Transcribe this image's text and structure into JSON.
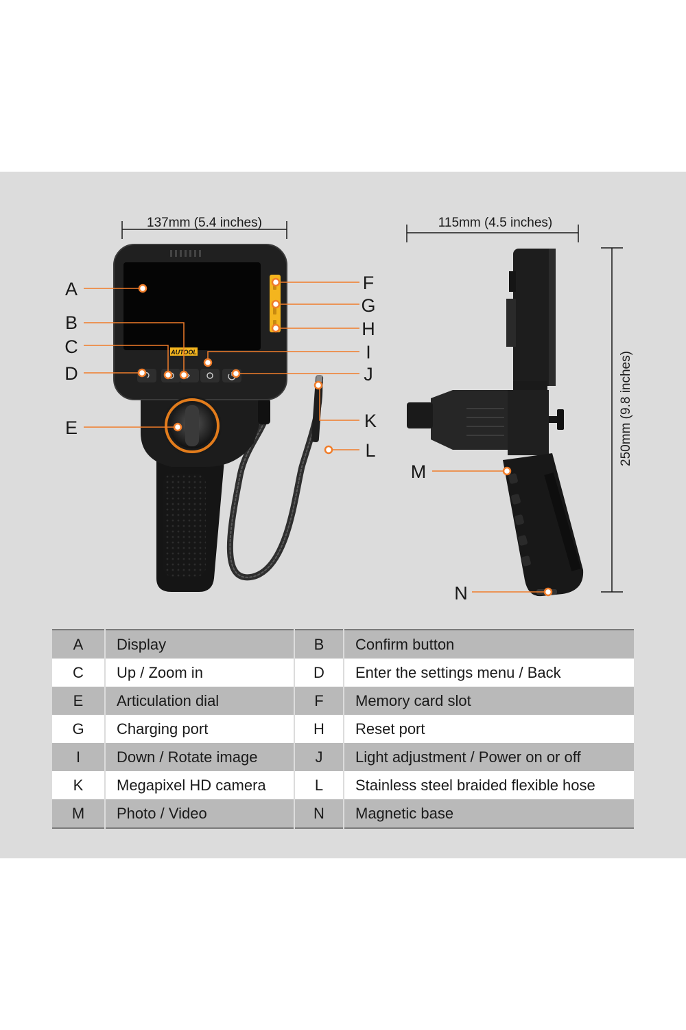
{
  "dimensions": {
    "width_front": "137mm (5.4 inches)",
    "width_side": "115mm (4.5 inches)",
    "height": "250mm (9.8 inches)"
  },
  "brand": "AUTOOL",
  "callouts": [
    "A",
    "B",
    "C",
    "D",
    "E",
    "F",
    "G",
    "H",
    "I",
    "J",
    "K",
    "L",
    "M",
    "N"
  ],
  "parts": [
    {
      "letter": "A",
      "label": "Display"
    },
    {
      "letter": "B",
      "label": "Confirm button"
    },
    {
      "letter": "C",
      "label": "Up / Zoom in"
    },
    {
      "letter": "D",
      "label": "Enter the settings menu / Back"
    },
    {
      "letter": "E",
      "label": "Articulation dial"
    },
    {
      "letter": "F",
      "label": "Memory card slot"
    },
    {
      "letter": "G",
      "label": "Charging port"
    },
    {
      "letter": "H",
      "label": "Reset port"
    },
    {
      "letter": "I",
      "label": "Down / Rotate image"
    },
    {
      "letter": "J",
      "label": "Light adjustment / Power on or off"
    },
    {
      "letter": "K",
      "label": "Megapixel HD camera"
    },
    {
      "letter": "L",
      "label": "Stainless steel braided flexible hose"
    },
    {
      "letter": "M",
      "label": "Photo / Video"
    },
    {
      "letter": "N",
      "label": "Magnetic base"
    }
  ],
  "colors": {
    "panel_bg": "#dcdcdc",
    "accent_orange": "#f07d2a",
    "device_body": "#1c1c1c",
    "table_shade": "#b9b9b9"
  }
}
